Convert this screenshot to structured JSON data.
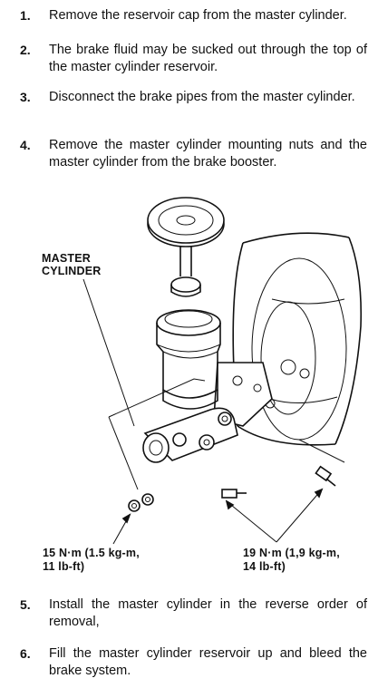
{
  "steps": [
    {
      "num": "1.",
      "text": "Remove the reservoir cap from the master cylinder."
    },
    {
      "num": "2.",
      "text": "The brake fluid may be sucked out through the top of the master cylinder reservoir."
    },
    {
      "num": "3.",
      "text": "Disconnect the brake pipes from the master cylinder."
    },
    {
      "num": "4.",
      "text": "Remove the master cylinder mounting nuts and the master cylinder from the brake booster."
    },
    {
      "num": "5.",
      "text": "Install the master cylinder in the reverse order of removal,"
    },
    {
      "num": "6.",
      "text": "Fill the master cylinder reservoir up and bleed the brake system."
    }
  ],
  "figure": {
    "label_line1": "MASTER",
    "label_line2": "CYLINDER",
    "torque_left_line1": "15 N·m (1.5 kg-m,",
    "torque_left_line2": "11 lb-ft)",
    "torque_right_line1": "19 N·m (1,9 kg-m,",
    "torque_right_line2": "14 lb-ft)"
  }
}
